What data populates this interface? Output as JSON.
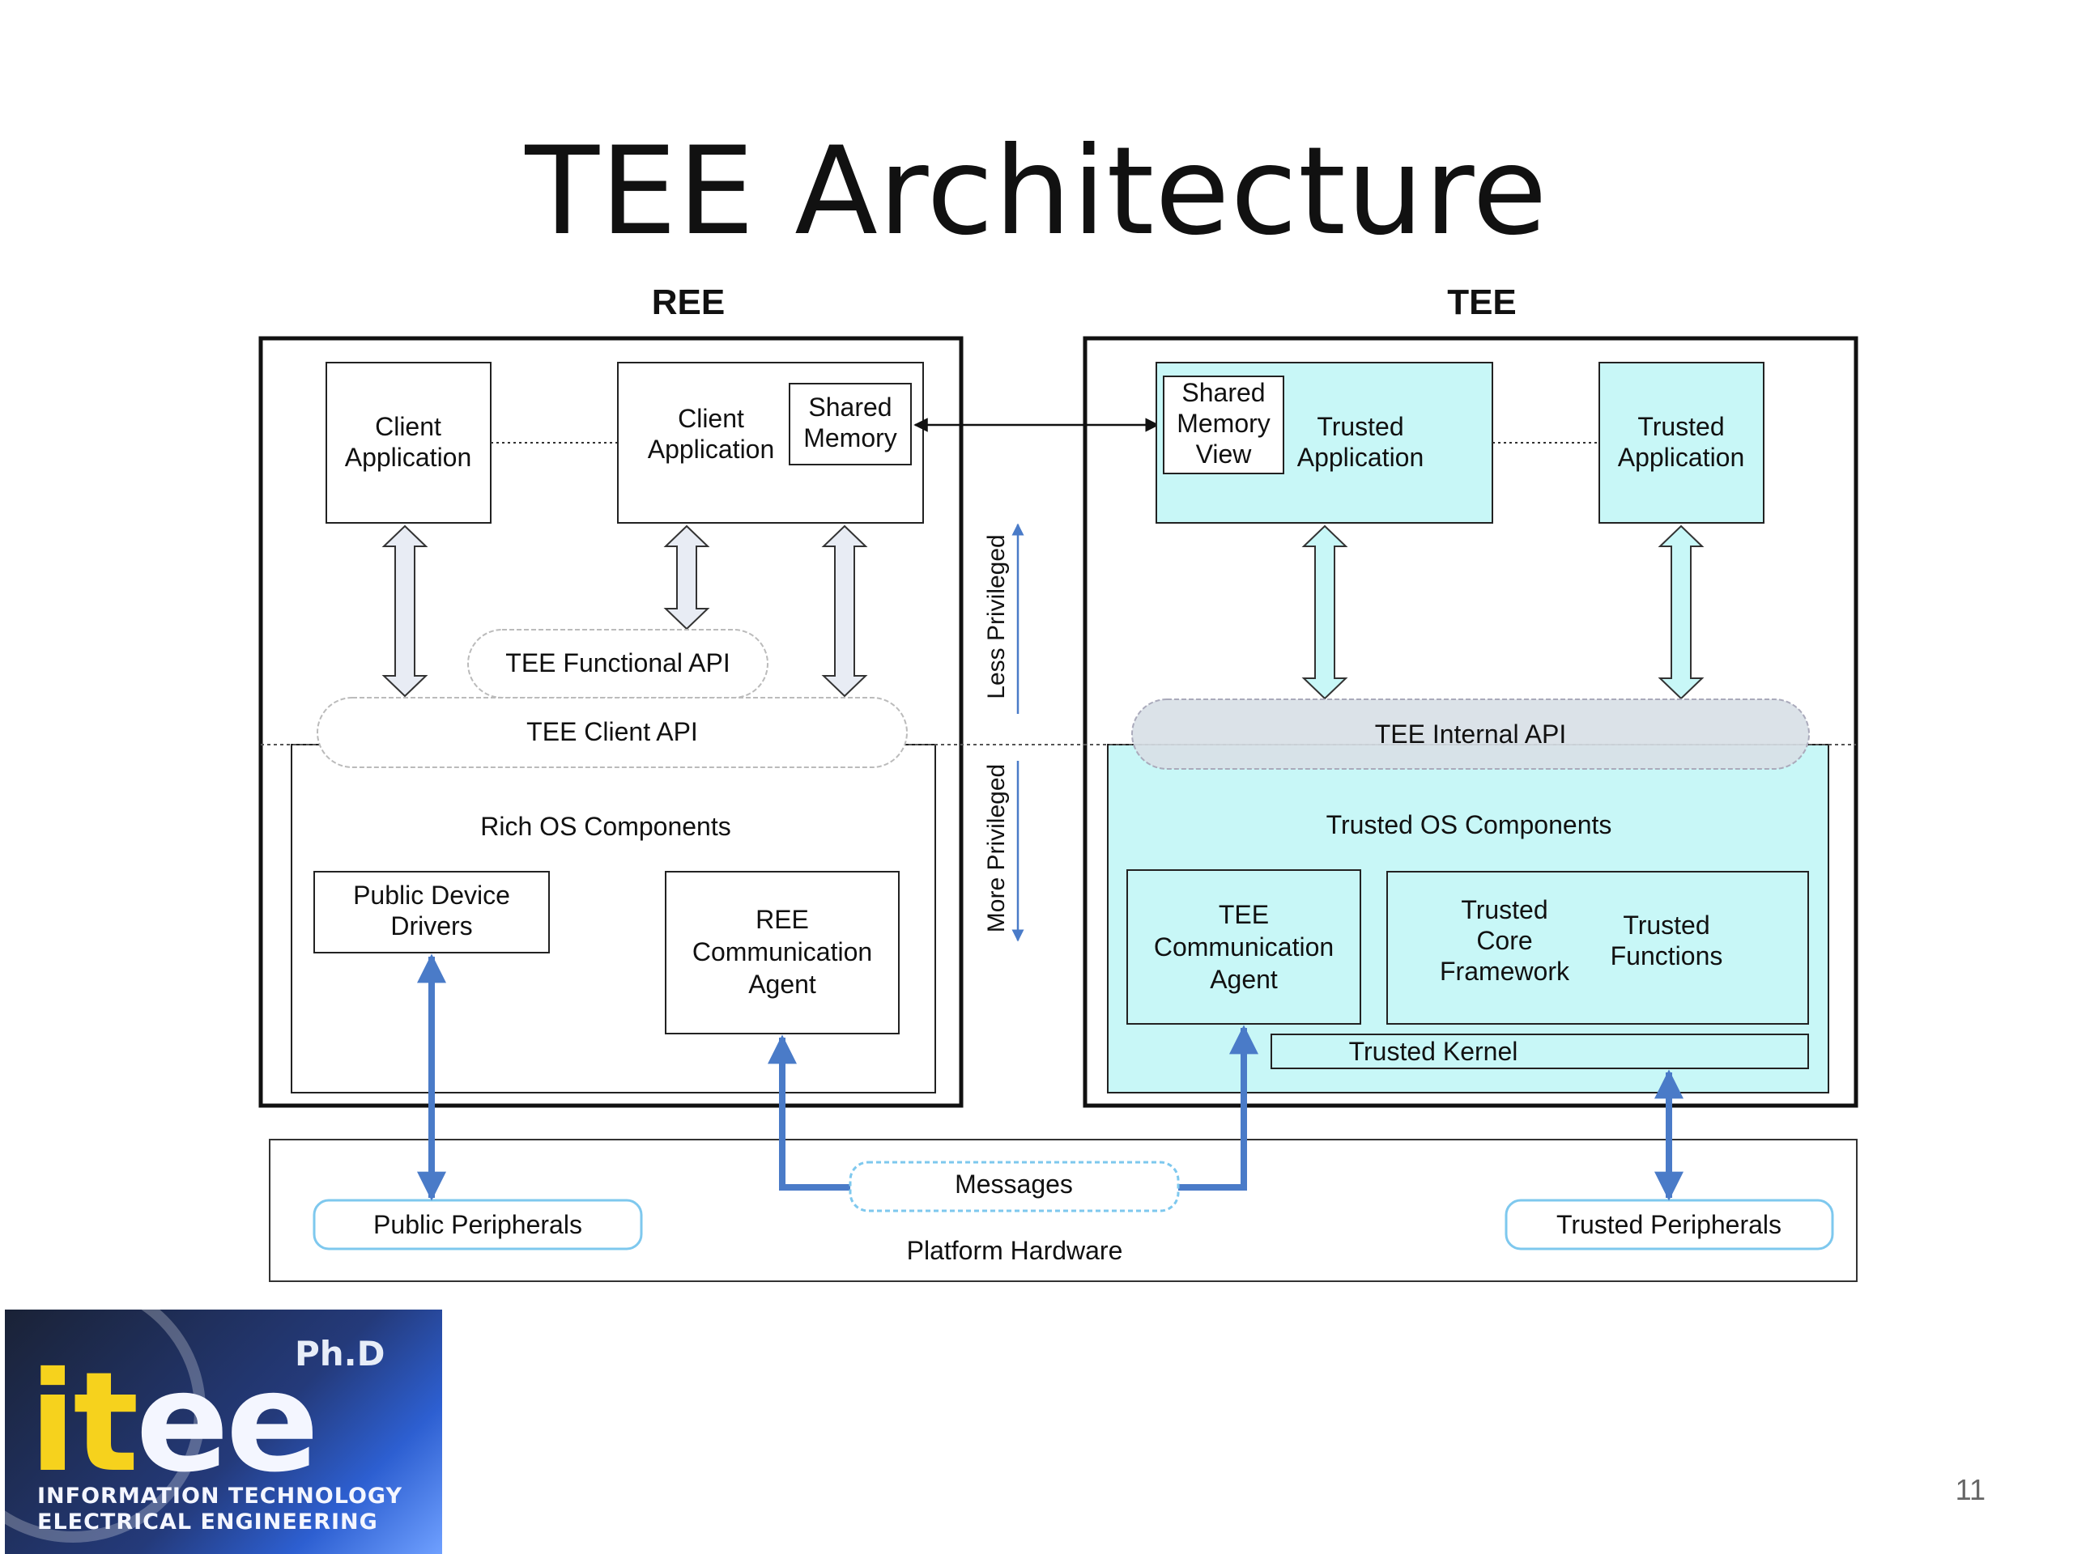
{
  "slide": {
    "title": "TEE Architecture",
    "page_number": "11"
  },
  "diagram": {
    "ree": {
      "heading": "REE",
      "client_app_1": [
        "Client",
        "Application"
      ],
      "client_app_2": [
        "Client",
        "Application"
      ],
      "shared_memory": [
        "Shared",
        "Memory"
      ],
      "tee_functional_api": "TEE Functional API",
      "tee_client_api": "TEE Client API",
      "rich_os_components": "Rich OS Components",
      "public_device_drivers": [
        "Public Device",
        "Drivers"
      ],
      "ree_communication_agent": [
        "REE",
        "Communication",
        "Agent"
      ]
    },
    "privilege": {
      "less": "Less Privileged",
      "more": "More Privileged"
    },
    "tee": {
      "heading": "TEE",
      "shared_memory_view": [
        "Shared",
        "Memory",
        "View"
      ],
      "trusted_app_1": [
        "Trusted",
        "Application"
      ],
      "trusted_app_2": [
        "Trusted",
        "Application"
      ],
      "tee_internal_api": "TEE Internal API",
      "trusted_os_components": "Trusted OS Components",
      "tee_communication_agent": [
        "TEE",
        "Communication",
        "Agent"
      ],
      "trusted_core_framework": [
        "Trusted",
        "Core",
        "Framework"
      ],
      "trusted_functions": [
        "Trusted",
        "Functions"
      ],
      "trusted_kernel": "Trusted Kernel"
    },
    "hardware": {
      "public_peripherals": "Public Peripherals",
      "messages": "Messages",
      "platform_hardware": "Platform Hardware",
      "trusted_peripherals": "Trusted Peripherals"
    },
    "colors": {
      "tee_fill": "#c8f7f7",
      "api_gray": "#d8dfe6",
      "arrow_blue": "#4a7bc8"
    }
  },
  "logo": {
    "main_i": "i",
    "main_t": "t",
    "main_ee": "ee",
    "phd": "Ph.D",
    "line1": "INFORMATION TECHNOLOGY",
    "line2": "ELECTRICAL ENGINEERING"
  }
}
